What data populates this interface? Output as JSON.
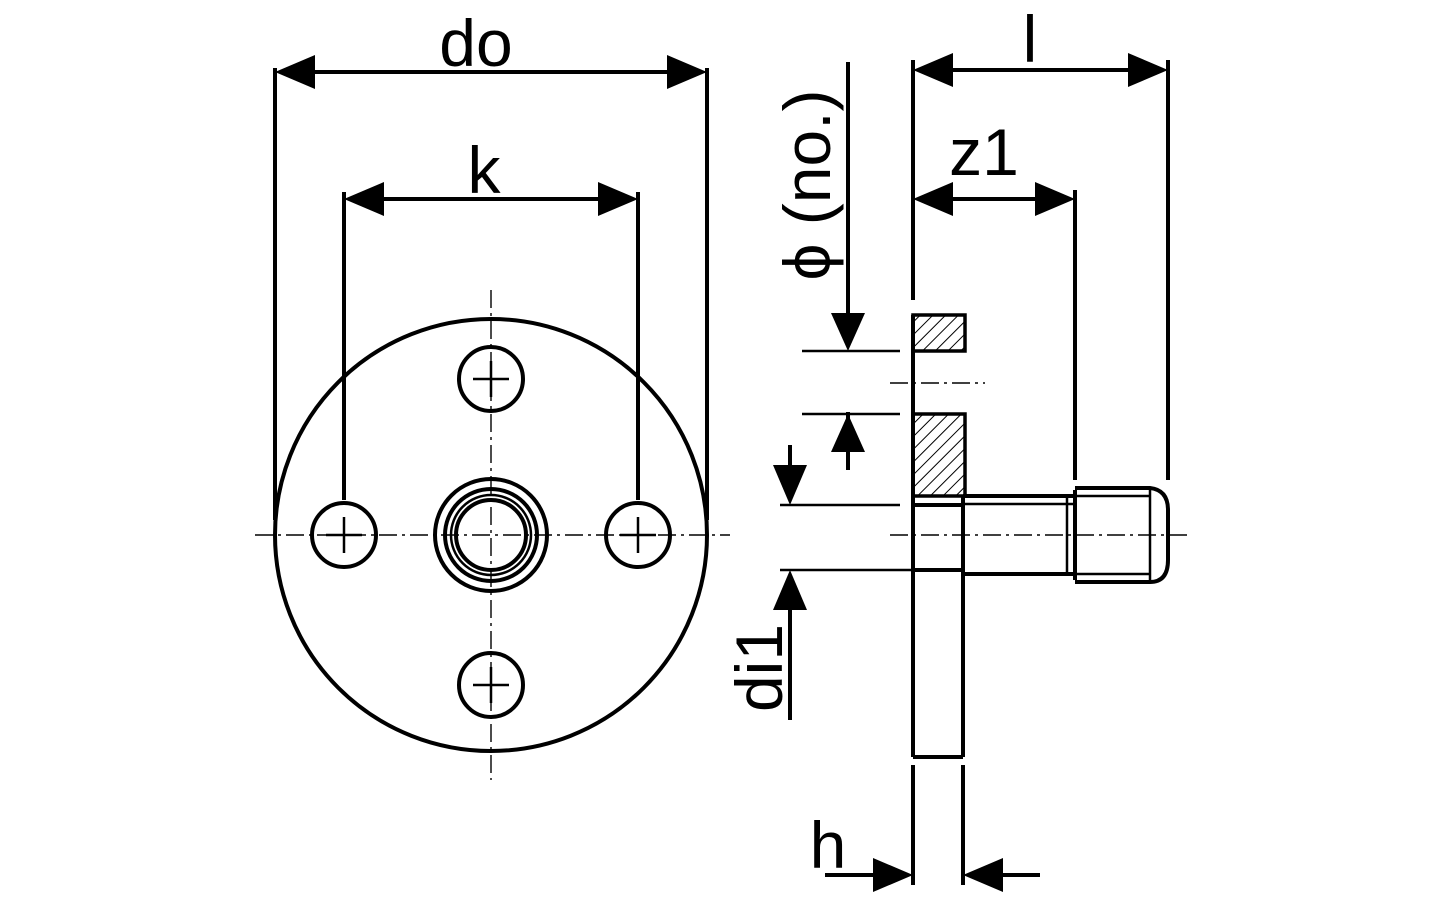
{
  "labels": {
    "do": "do",
    "k": "k",
    "dia_no": "ϕ (no.)",
    "l": "l",
    "z1": "z1",
    "di1": "di1",
    "h": "h"
  }
}
